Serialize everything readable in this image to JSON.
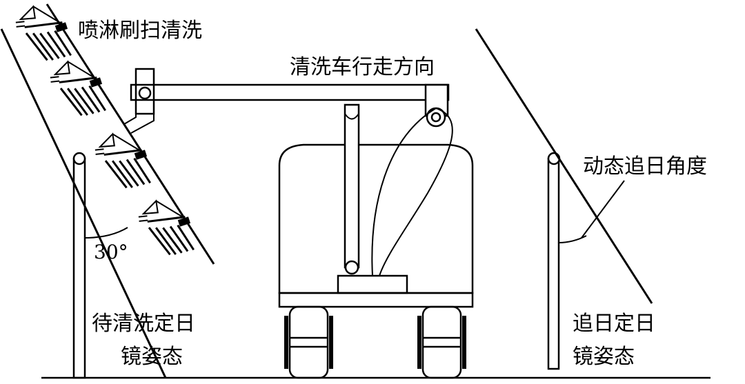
{
  "labels": {
    "spray_brush": "喷淋刷扫清洗",
    "travel_direction": "清洗车行走方向",
    "dynamic_angle": "动态追日角度",
    "angle_value": "30°",
    "left_state_line1": "待清洗定日",
    "left_state_line2": "镜姿态",
    "right_state_line1": "追日定日",
    "right_state_line2": "镜姿态"
  }
}
